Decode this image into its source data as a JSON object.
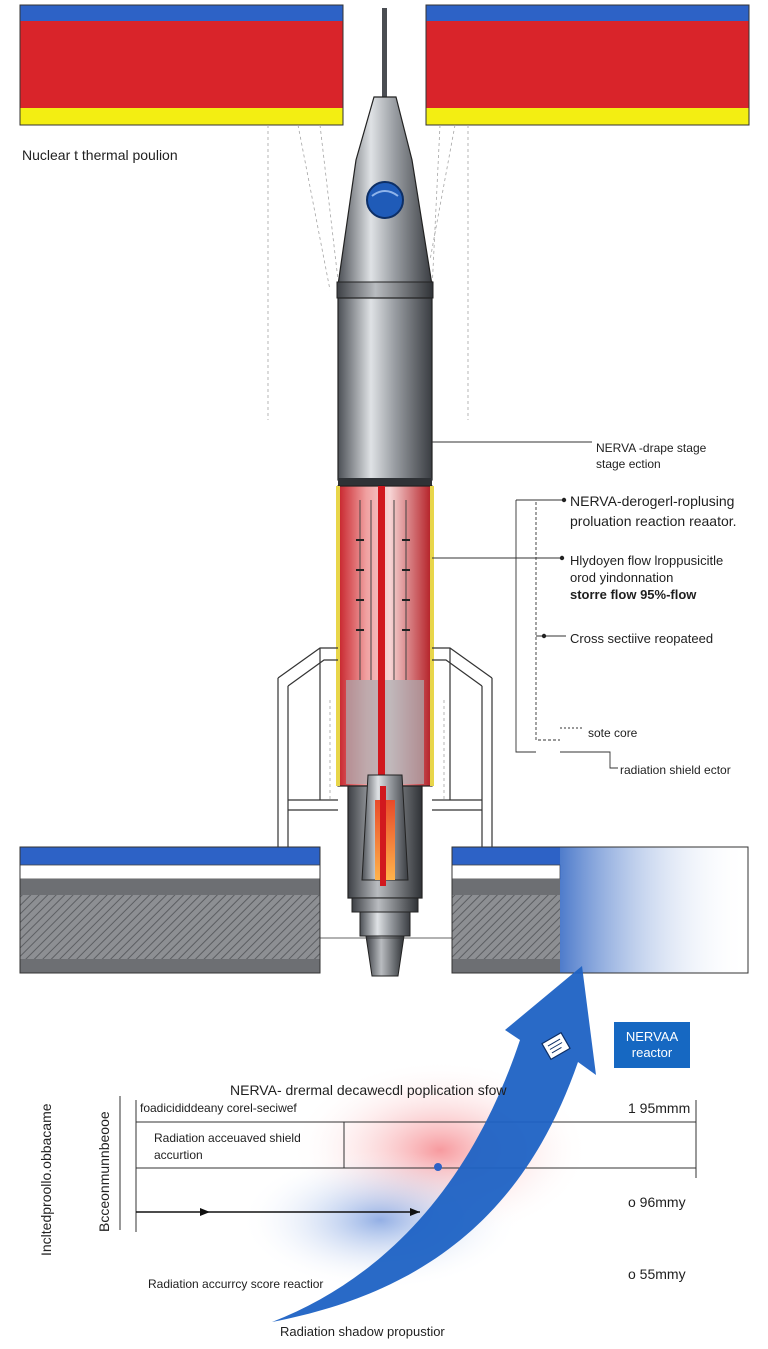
{
  "title": "Nuclear t thermal poulion",
  "callouts": {
    "stage": [
      "NERVA -drape stage",
      "stage ection"
    ],
    "reactor": [
      "NERVA-derogerl-roplusing",
      "proluation reaction reaator."
    ],
    "hydrogen": [
      "Hlydoyen flow lroppusicitle",
      "orod yindonnation",
      "storre flow 95%-flow"
    ],
    "cross": "Cross sectiive reopateed",
    "core": "sote core",
    "shield": "radiation shield ector"
  },
  "badge": [
    "NERVAA",
    "reactor"
  ],
  "lower": {
    "header": "NERVA- drermal decawecdl poplication sfow",
    "row1": "foadicididdeany corel-seciwef",
    "row2": [
      "Radiation acceuaved shield",
      "accurtion"
    ],
    "vertical_left": "Incltedproollo.obbacame",
    "vertical_mid": "Bcceonmunnbeooe",
    "value1": "1 95mmm",
    "value2": "o 96mmy",
    "value3": "o 55mmy",
    "bottom_note": "Radiation accurrcy score reactior",
    "caption": "Radiation shadow propustior"
  },
  "colors": {
    "blue": "#2d62c6",
    "red": "#d9242a",
    "yellow": "#f3ee12",
    "steel": "#8f9398",
    "accent_blue": "#1668c2"
  }
}
